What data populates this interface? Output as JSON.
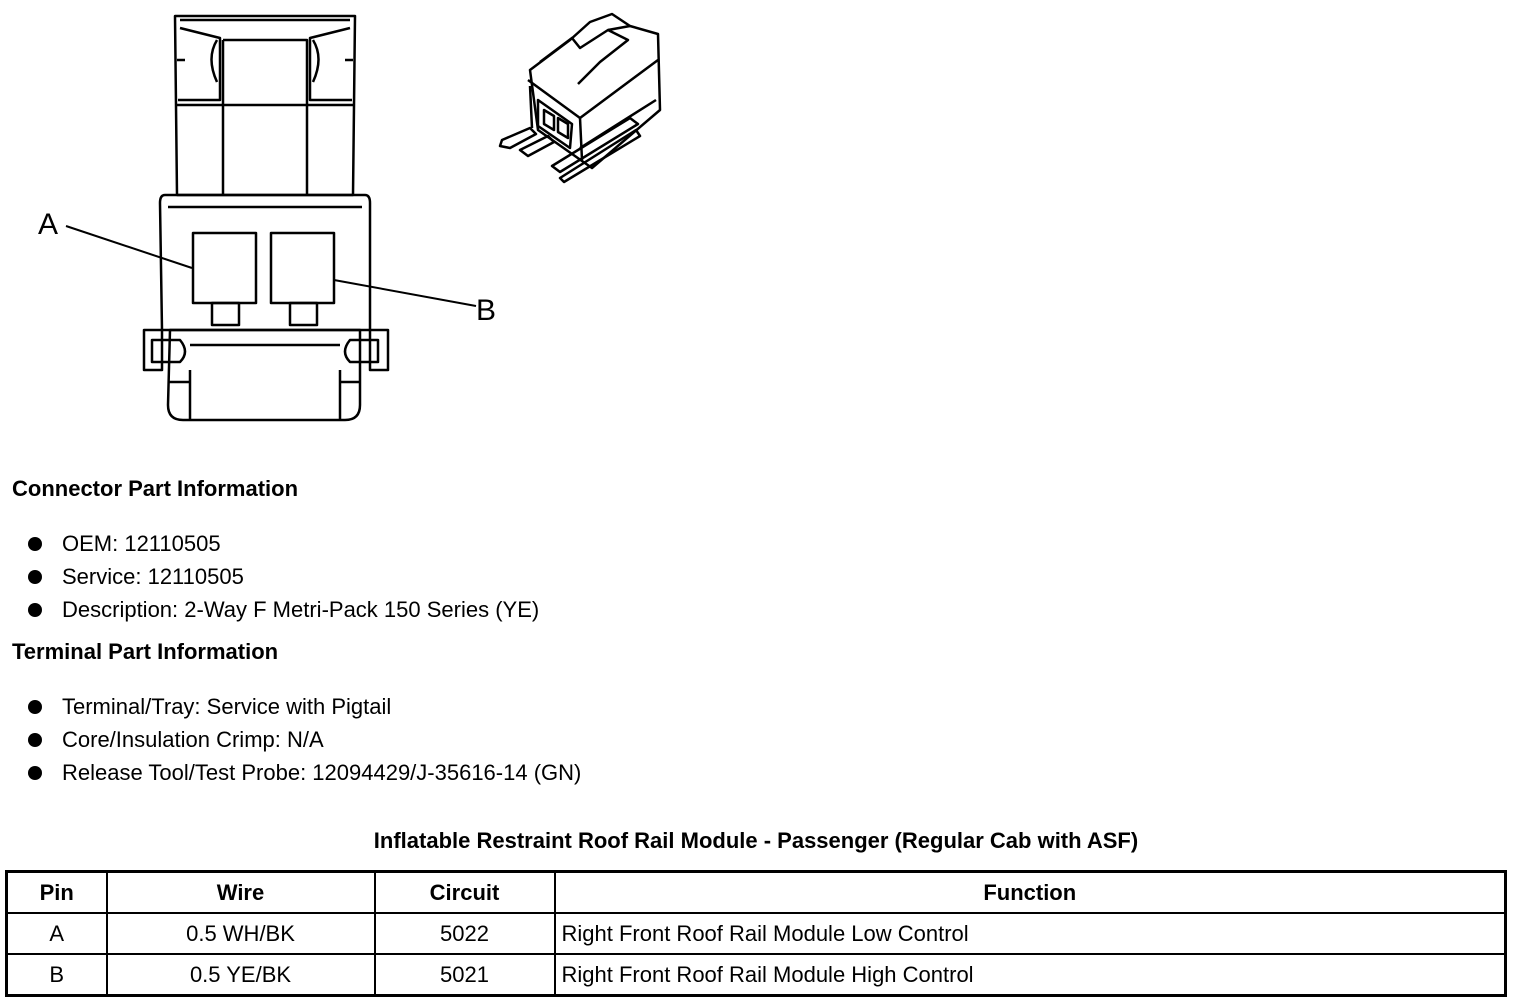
{
  "diagram": {
    "pin_labels": [
      "A",
      "B"
    ]
  },
  "connector_info": {
    "heading": "Connector Part Information",
    "items": [
      "OEM: 12110505",
      "Service: 12110505",
      "Description: 2-Way F Metri-Pack 150 Series (YE)"
    ]
  },
  "terminal_info": {
    "heading": "Terminal Part Information",
    "items": [
      "Terminal/Tray: Service with Pigtail",
      "Core/Insulation Crimp: N/A",
      "Release Tool/Test Probe: 12094429/J-35616-14 (GN)"
    ]
  },
  "table": {
    "title": "Inflatable Restraint Roof Rail Module - Passenger (Regular Cab with ASF)",
    "headers": [
      "Pin",
      "Wire",
      "Circuit",
      "Function"
    ],
    "rows": [
      [
        "A",
        "0.5 WH/BK",
        "5022",
        "Right Front Roof Rail Module Low Control"
      ],
      [
        "B",
        "0.5 YE/BK",
        "5021",
        "Right Front Roof Rail Module High Control"
      ]
    ]
  }
}
